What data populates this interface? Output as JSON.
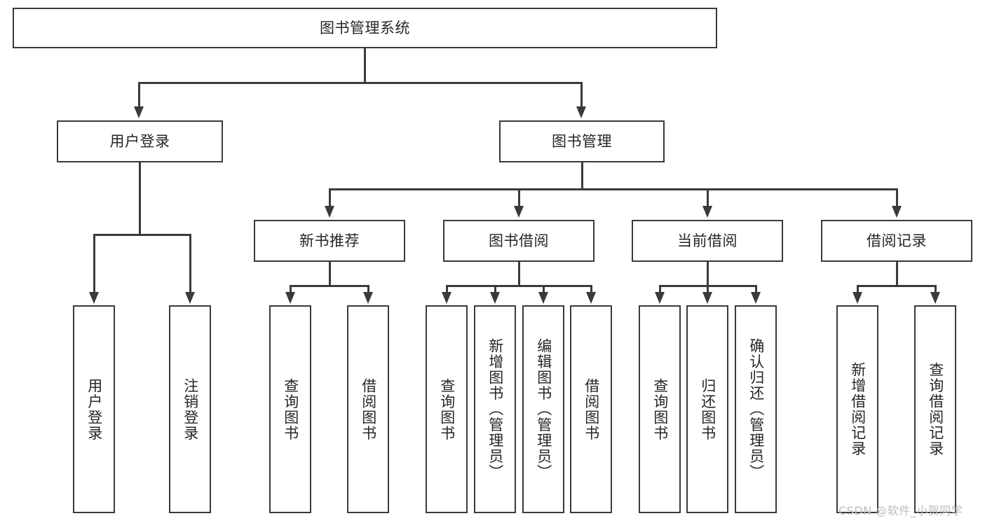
{
  "diagram": {
    "title": "图书管理系统",
    "type": "tree-hierarchy-diagram",
    "root": {
      "label": "图书管理系统"
    },
    "level2": [
      {
        "label": "用户登录"
      },
      {
        "label": "图书管理"
      }
    ],
    "level3": [
      {
        "label": "新书推荐"
      },
      {
        "label": "图书借阅"
      },
      {
        "label": "当前借阅"
      },
      {
        "label": "借阅记录"
      }
    ],
    "leaves": {
      "user_login": [
        {
          "label": "用户登录"
        },
        {
          "label": "注销登录"
        }
      ],
      "new_book_recommend": [
        {
          "label": "查询图书"
        },
        {
          "label": "借阅图书"
        }
      ],
      "book_borrow": [
        {
          "label": "查询图书"
        },
        {
          "label": "新增图书（管理员）"
        },
        {
          "label": "编辑图书（管理员）"
        },
        {
          "label": "借阅图书"
        }
      ],
      "current_borrow": [
        {
          "label": "查询图书"
        },
        {
          "label": "归还图书"
        },
        {
          "label": "确认归还（管理员）"
        }
      ],
      "borrow_record": [
        {
          "label": "新增借阅记录"
        },
        {
          "label": "查询借阅记录"
        }
      ]
    }
  },
  "watermark": {
    "text": "CSDN @软件_小贺同学"
  },
  "colors": {
    "stroke": "#3a3a3a",
    "text": "#262626",
    "background": "#ffffff",
    "watermark": "#bdbdbd"
  }
}
